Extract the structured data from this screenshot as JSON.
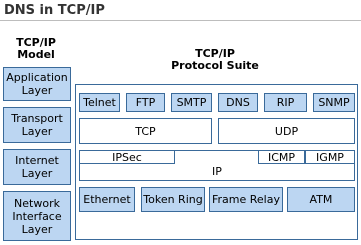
{
  "title": "DNS in TCP/IP",
  "model": {
    "heading": "TCP/IP\nModel",
    "layers": [
      "Application\nLayer",
      "Transport\nLayer",
      "Internet\nLayer",
      "Network\nInterface\nLayer"
    ]
  },
  "suite": {
    "heading": "TCP/IP\nProtocol Suite",
    "application": [
      "Telnet",
      "FTP",
      "SMTP",
      "DNS",
      "RIP",
      "SNMP"
    ],
    "transport": [
      "TCP",
      "UDP"
    ],
    "internet": {
      "main": "IP",
      "ipsec": "IPSec",
      "icmp": "ICMP",
      "igmp": "IGMP"
    },
    "network": [
      "Ethernet",
      "Token Ring",
      "Frame Relay",
      "ATM"
    ]
  },
  "colors": {
    "layer_fill": "#bcd6f2",
    "border": "#3a6a9a"
  }
}
